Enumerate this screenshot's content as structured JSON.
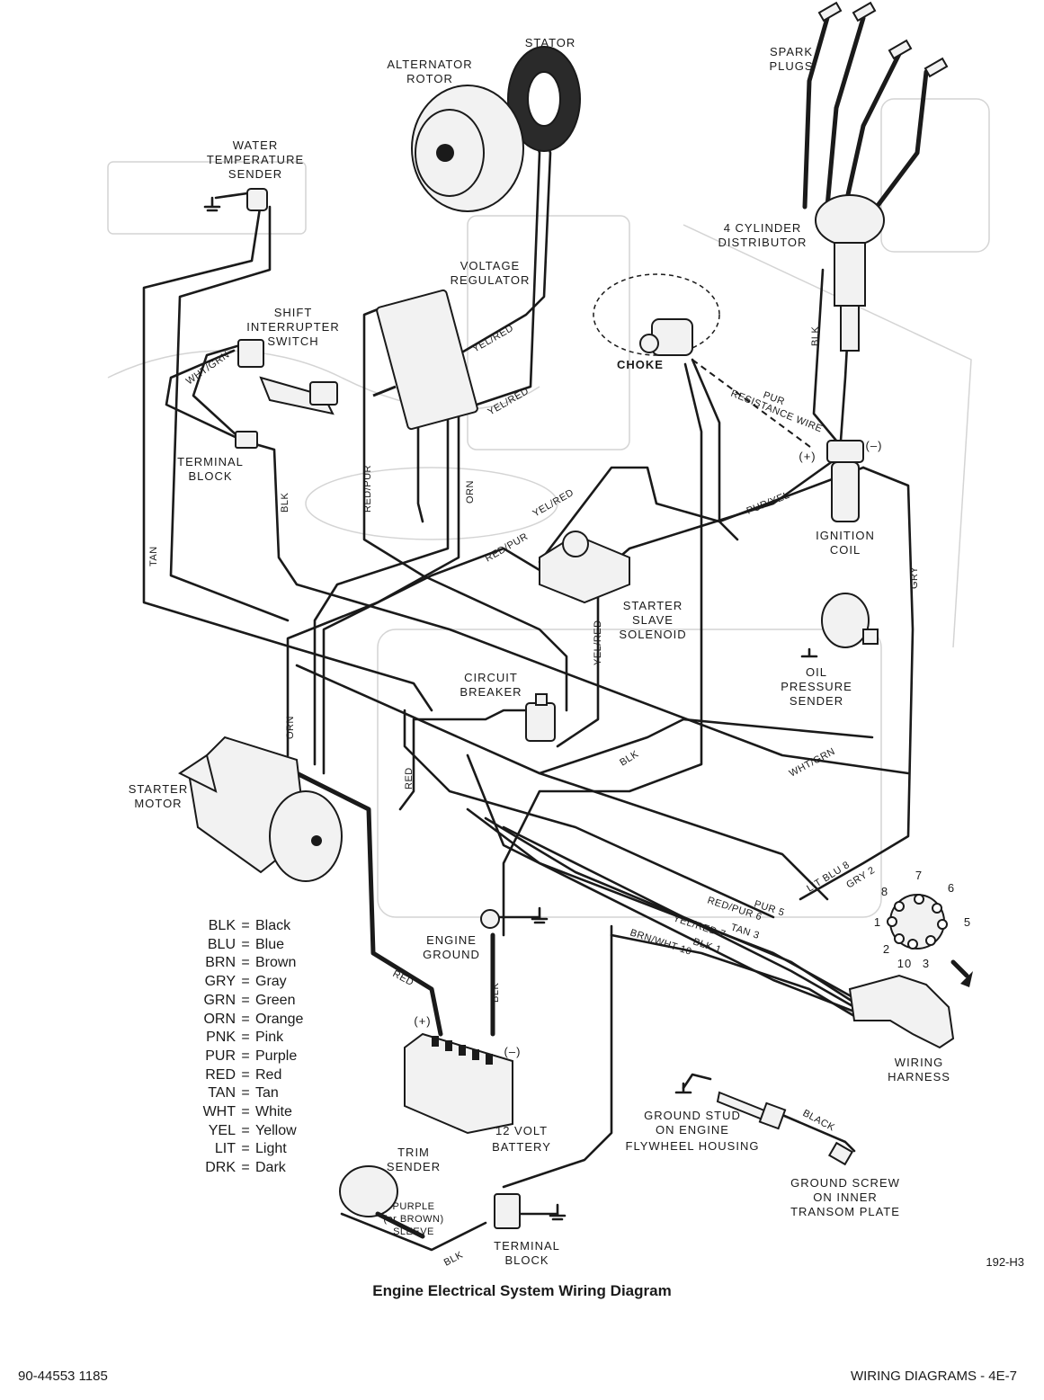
{
  "components": {
    "stator": "STATOR",
    "alternator_rotor": [
      "ALTERNATOR",
      "ROTOR"
    ],
    "spark_plugs": [
      "SPARK",
      "PLUGS"
    ],
    "water_temp_sender": [
      "WATER",
      "TEMPERATURE",
      "SENDER"
    ],
    "distributor": [
      "4 CYLINDER",
      "DISTRIBUTOR"
    ],
    "voltage_regulator": [
      "VOLTAGE",
      "REGULATOR"
    ],
    "shift_interrupter_switch": [
      "SHIFT",
      "INTERRUPTER",
      "SWITCH"
    ],
    "choke": "CHOKE",
    "terminal_block_top": [
      "TERMINAL",
      "BLOCK"
    ],
    "ignition_coil": [
      "IGNITION",
      "COIL"
    ],
    "coil_plus": "(+)",
    "coil_minus": "(–)",
    "starter_slave_solenoid": [
      "STARTER",
      "SLAVE",
      "SOLENOID"
    ],
    "oil_pressure_sender": [
      "OIL",
      "PRESSURE",
      "SENDER"
    ],
    "circuit_breaker": [
      "CIRCUIT",
      "BREAKER"
    ],
    "starter_motor": [
      "STARTER",
      "MOTOR"
    ],
    "engine_ground": [
      "ENGINE",
      "GROUND"
    ],
    "battery_plus": "(+)",
    "battery_minus": "(–)",
    "battery": [
      "12 VOLT",
      "BATTERY"
    ],
    "wiring_harness": [
      "WIRING",
      "HARNESS"
    ],
    "ground_stud": [
      "GROUND STUD",
      "ON ENGINE",
      "FLYWHEEL HOUSING"
    ],
    "ground_screw": [
      "GROUND SCREW",
      "ON INNER",
      "TRANSOM PLATE"
    ],
    "trim_sender": [
      "TRIM",
      "SENDER"
    ],
    "sleeve": [
      "PURPLE",
      "(or BROWN)",
      "SLEEVE"
    ],
    "terminal_block_bottom": [
      "TERMINAL",
      "BLOCK"
    ]
  },
  "wire_labels": {
    "yel_red_1": "YEL/RED",
    "yel_red_2": "YEL/RED",
    "yel_red_3": "YEL/RED",
    "wht_grn_1": "WHT/GRN",
    "wht_grn_2": "WHT/GRN",
    "pur_resistance": [
      "PUR",
      "RESISTANCE WIRE"
    ],
    "pur_yel": "PUR/YEL",
    "blk_dist": "BLK",
    "blk_tb": "BLK",
    "blk_mid": "BLK",
    "blk_batt": "BLK",
    "blk_trim": "BLK",
    "red_pur_1": "RED/PUR",
    "red_pur_2": "RED/PUR",
    "orn_1": "ORN",
    "orn_2": "ORN",
    "tan": "TAN",
    "gry": "GRY",
    "yel_red_sol": "YEL/RED",
    "red_1": "RED",
    "red_2": "RED",
    "black_gnd": "BLACK",
    "harness_lit_blu": "LIT BLU 8",
    "harness_gry": "GRY 2",
    "harness_pur": "PUR 5",
    "harness_red_pur": "RED/PUR 6",
    "harness_tan": "TAN 3",
    "harness_yel_red": "YEL/RED 7",
    "harness_blk": "BLK 1",
    "harness_brn_wht": "BRN/WHT 10"
  },
  "connector_pins": [
    "7",
    "6",
    "8",
    "1",
    "5",
    "2",
    "10",
    "3"
  ],
  "legend": [
    {
      "abbr": "BLK",
      "name": "Black"
    },
    {
      "abbr": "BLU",
      "name": "Blue"
    },
    {
      "abbr": "BRN",
      "name": "Brown"
    },
    {
      "abbr": "GRY",
      "name": "Gray"
    },
    {
      "abbr": "GRN",
      "name": "Green"
    },
    {
      "abbr": "ORN",
      "name": "Orange"
    },
    {
      "abbr": "PNK",
      "name": "Pink"
    },
    {
      "abbr": "PUR",
      "name": "Purple"
    },
    {
      "abbr": "RED",
      "name": "Red"
    },
    {
      "abbr": "TAN",
      "name": "Tan"
    },
    {
      "abbr": "WHT",
      "name": "White"
    },
    {
      "abbr": "YEL",
      "name": "Yellow"
    },
    {
      "abbr": "LIT",
      "name": "Light"
    },
    {
      "abbr": "DRK",
      "name": "Dark"
    }
  ],
  "legend_eq": "=",
  "figure_ref": "192-H3",
  "caption": "Engine Electrical System Wiring Diagram",
  "footer": {
    "doc_number": "90-44553 1185",
    "section": "WIRING DIAGRAMS - 4E-7"
  },
  "colors": {
    "ink": "#1a1a1a",
    "paper": "#ffffff",
    "ghost": "#d4d4d4"
  }
}
